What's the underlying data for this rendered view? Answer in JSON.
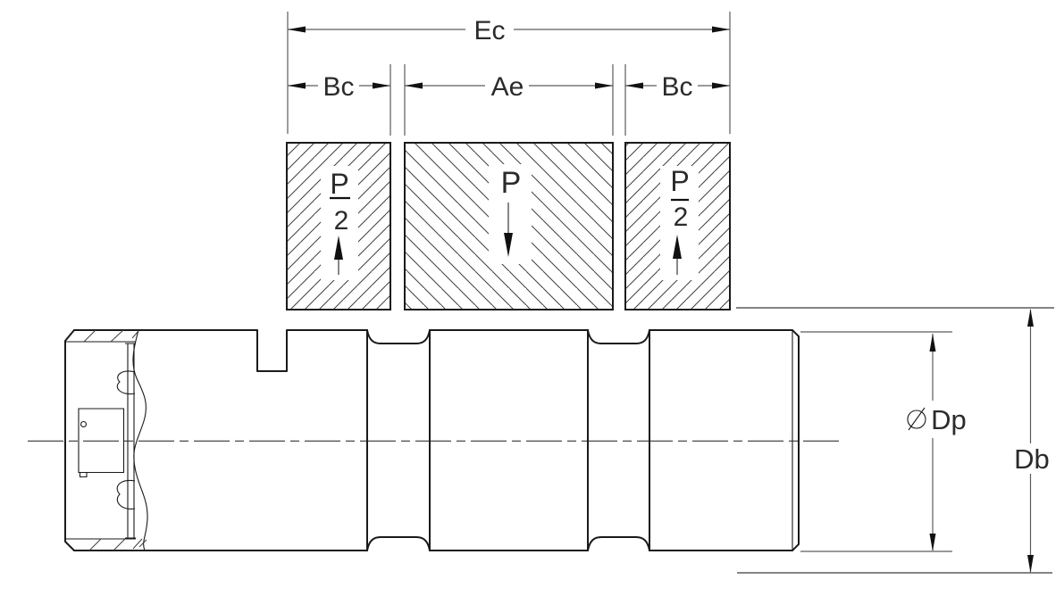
{
  "dims": {
    "ec": "Ec",
    "bc_left": "Bc",
    "ae": "Ae",
    "bc_right": "Bc",
    "dp": "Dp",
    "db": "Db"
  },
  "loads": {
    "left": {
      "num": "P",
      "den": "2",
      "direction": "up"
    },
    "center": {
      "p": "P",
      "direction": "down"
    },
    "right": {
      "num": "P",
      "den": "2",
      "direction": "up"
    }
  },
  "icons": {
    "diameter_symbol": "diameter-symbol-icon"
  },
  "colors": {
    "line_object": "#1a1a1a",
    "line_dimension": "#5c5c5c",
    "hatch": "#3f3f3f",
    "text": "#2b2b2b",
    "arrow": "#111111",
    "background": "#ffffff"
  }
}
